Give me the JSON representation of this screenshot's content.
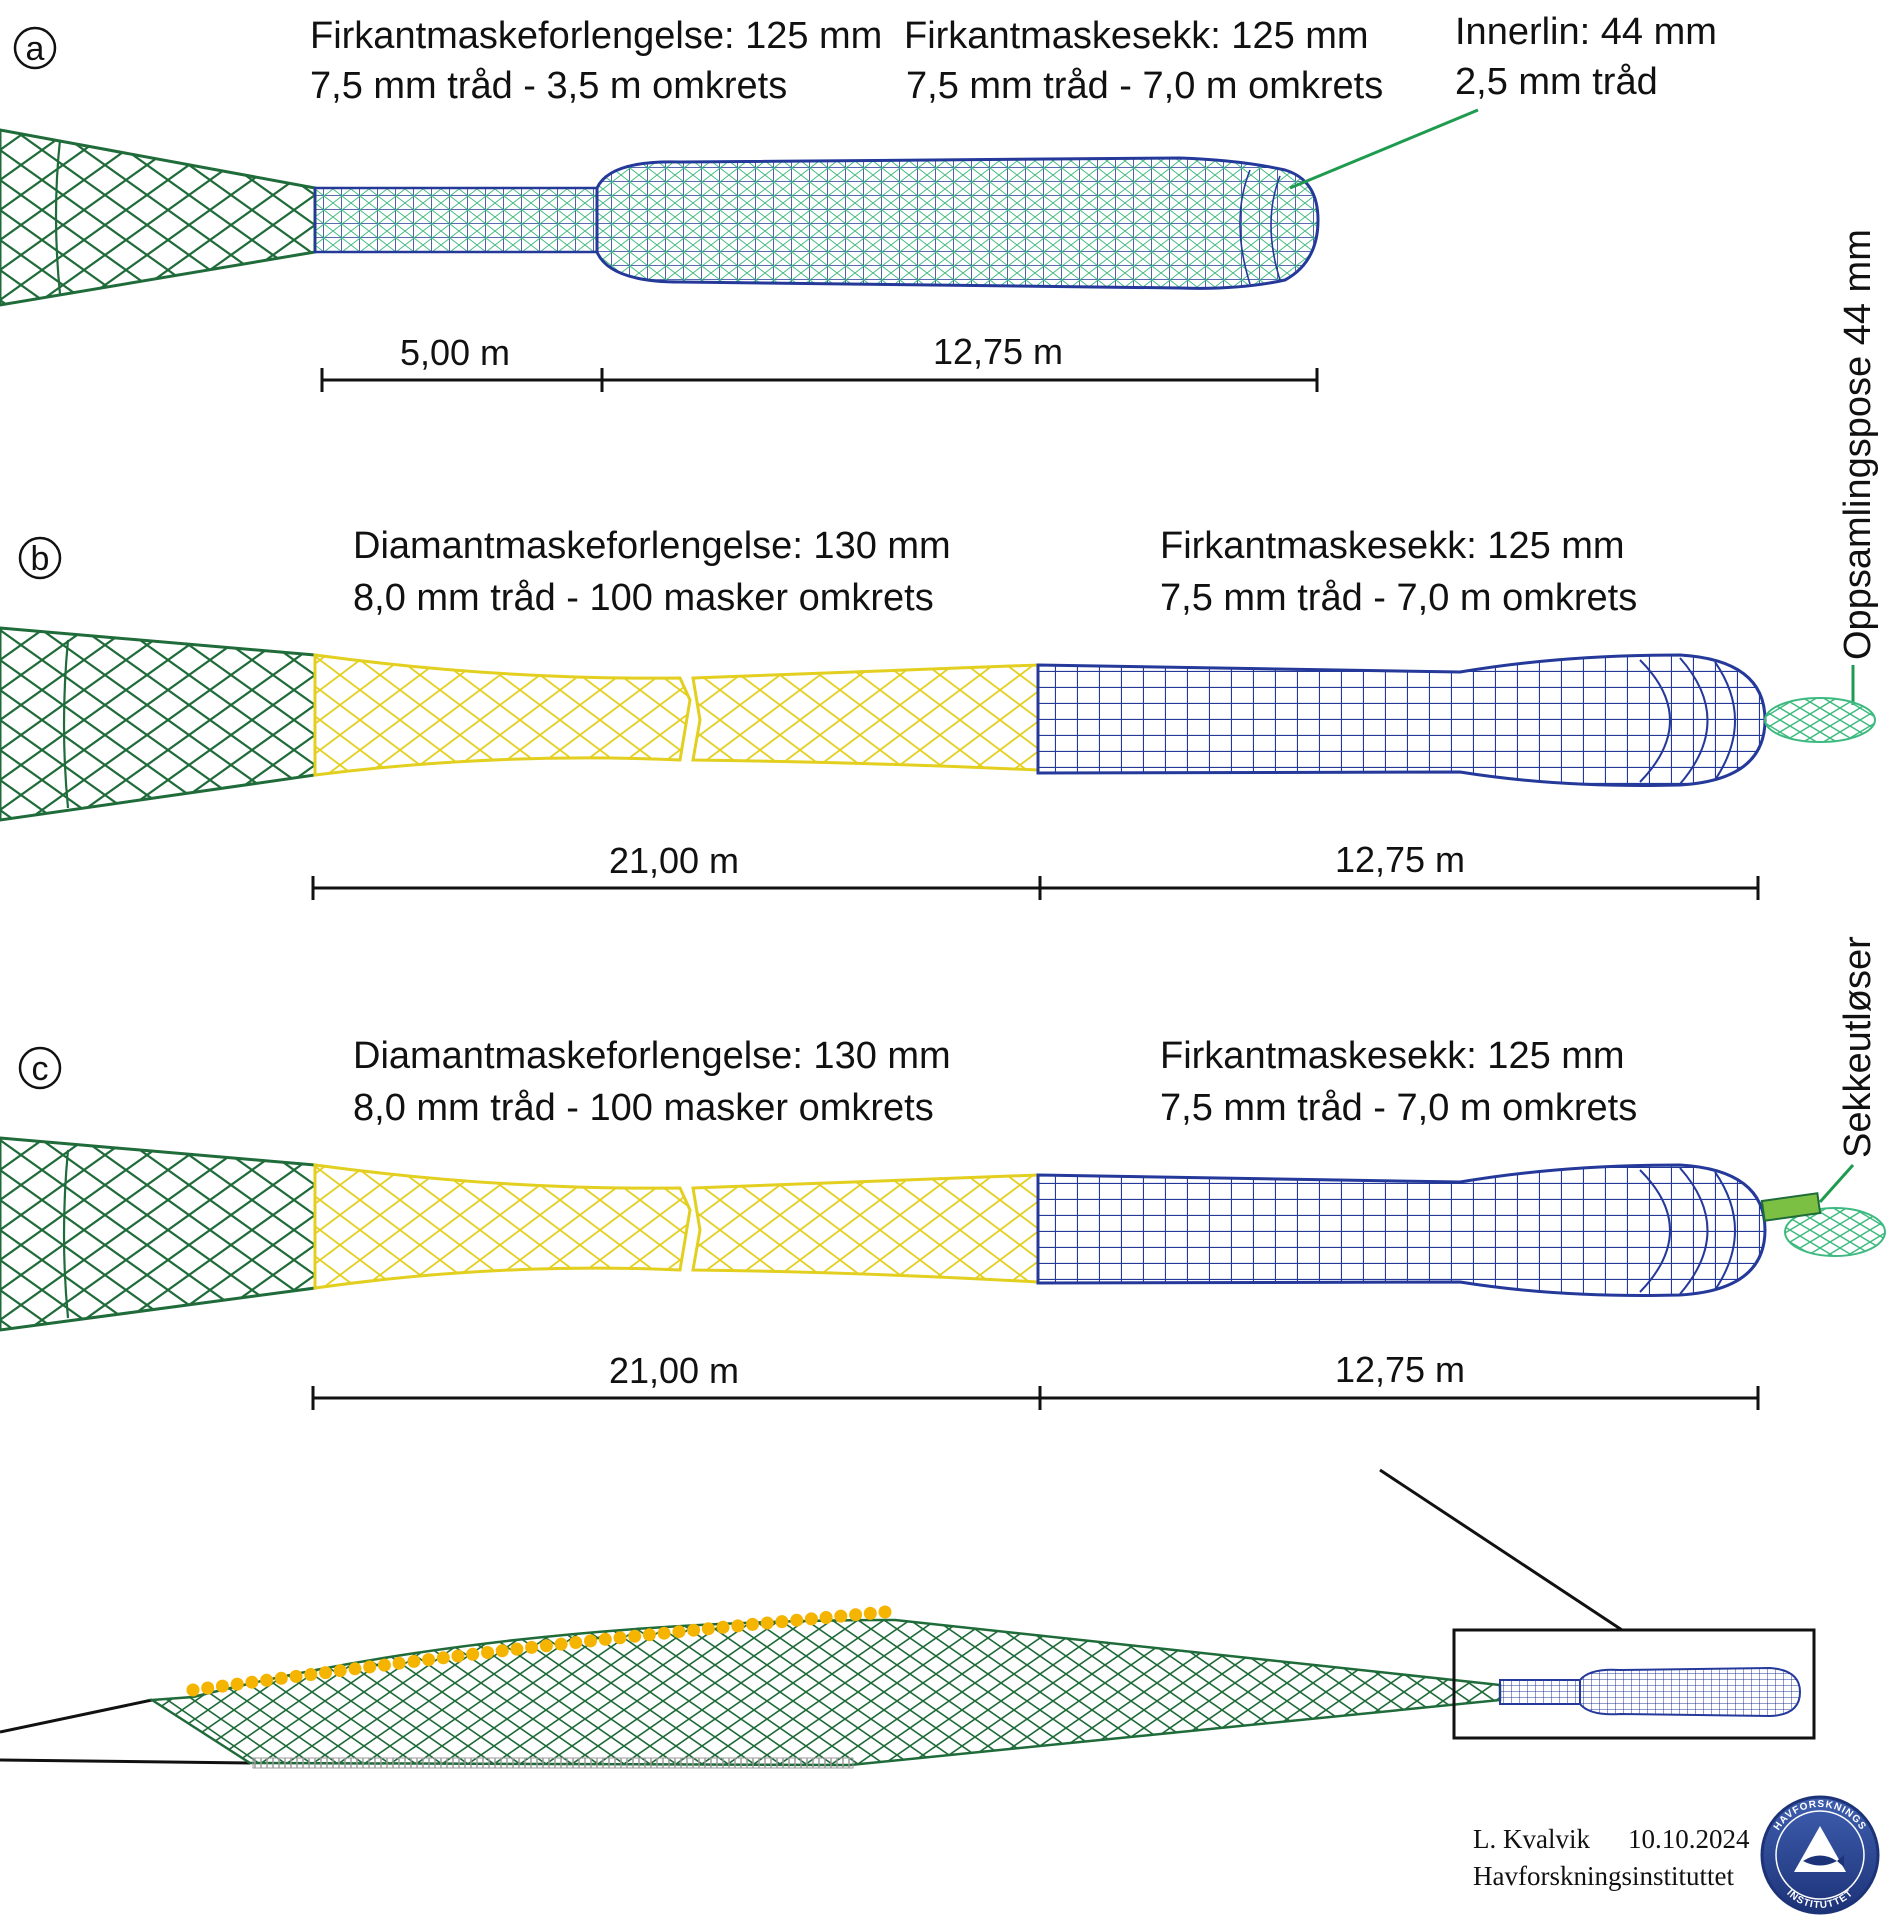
{
  "colors": {
    "trawl_green": "#1f6b3a",
    "square_mesh_blue": "#24399a",
    "diamond_yellow": "#f0e23a",
    "inner_green": "#3dba7f",
    "release_green": "#7bc043",
    "float_orange": "#f4b400",
    "ground_gray": "#9a9a9a"
  },
  "panels": {
    "a": {
      "letter": "a",
      "ext_title": "Firkantmaskeforlengelse: 125 mm",
      "ext_spec": "7,5 mm tråd - 3,5 m omkrets",
      "sack_title": "Firkantmaskesekk: 125 mm",
      "sack_spec": "7,5 mm tråd - 7,0 m omkrets",
      "liner_title": "Innerlin: 44 mm",
      "liner_spec": "2,5 mm tråd",
      "len_1": "5,00 m",
      "len_2": "12,75 m"
    },
    "b": {
      "letter": "b",
      "ext_title": "Diamantmaskeforlengelse: 130 mm",
      "ext_spec": "8,0 mm tråd - 100 masker omkrets",
      "sack_title": "Firkantmaskesekk: 125 mm",
      "sack_spec": "7,5 mm tråd - 7,0 m omkrets",
      "bag_label": "Oppsamlingspose  44 mm",
      "len_1": "21,00 m",
      "len_2": "12,75 m"
    },
    "c": {
      "letter": "c",
      "ext_title": "Diamantmaskeforlengelse: 130 mm",
      "ext_spec": "8,0 mm tråd - 100 masker omkrets",
      "sack_title": "Firkantmaskesekk: 125 mm",
      "sack_spec": "7,5 mm tråd - 7,0 m omkrets",
      "release_label": "Sekkeutløser",
      "len_1": "21,00 m",
      "len_2": "12,75 m"
    }
  },
  "credit": {
    "author": "L. Kvalvik",
    "date": "10.10.2024",
    "institute": "Havforskningsinstituttet"
  },
  "logo": {
    "text_top": "HAVFORSKNINGS",
    "text_bottom": "INSTITUTTET",
    "icon": "fish-triangle-logo-icon"
  }
}
